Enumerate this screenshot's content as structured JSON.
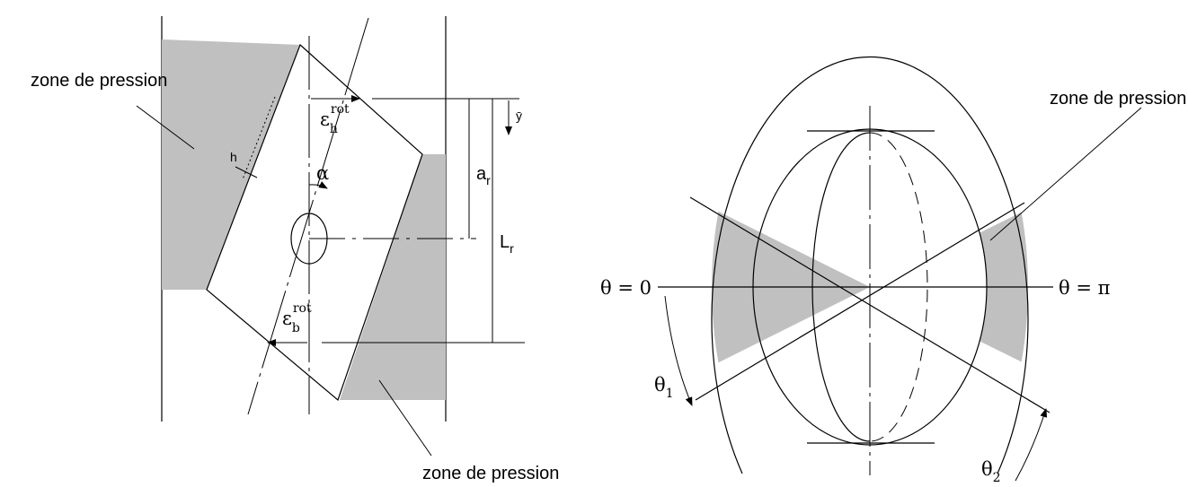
{
  "left_diagram": {
    "zone_label_top": "zone de pression",
    "zone_label_bottom": "zone de pression",
    "h_label": "h",
    "alpha_label": "α",
    "eps_h": {
      "base": "ε",
      "sub": "h",
      "sup": "rot"
    },
    "eps_b": {
      "base": "ε",
      "sub": "b",
      "sup": "rot"
    },
    "ybar_label": "ȳ",
    "a_r": {
      "base": "a",
      "sub": "r"
    },
    "L_r": {
      "base": "L",
      "sub": "r"
    }
  },
  "right_diagram": {
    "zone_label": "zone de pression",
    "theta_zero": "θ = 0",
    "theta_pi": "θ = π",
    "theta_1": {
      "base": "θ",
      "sub": "1"
    },
    "theta_2": {
      "base": "θ",
      "sub": "2"
    }
  },
  "colors": {
    "shade": "#c0c0c0",
    "line": "#000000"
  }
}
